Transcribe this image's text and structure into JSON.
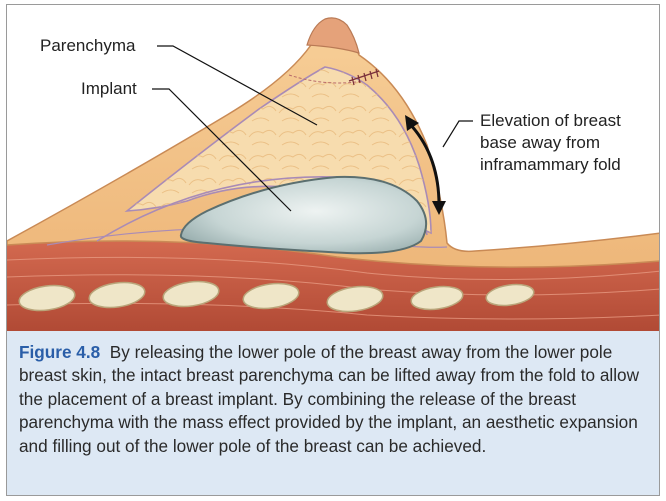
{
  "labels": {
    "parenchyma": "Parenchyma",
    "implant": "Implant",
    "elevation_line1": "Elevation of breast",
    "elevation_line2": "base away from",
    "elevation_line3": "inframammary fold"
  },
  "caption": {
    "figure_label": "Figure 4.8",
    "text": "By releasing the lower pole of the breast away from the lower pole breast skin, the intact breast parenchyma can be lifted away from the fold to allow the placement of a breast implant. By combining the release of the breast parenchyma with the mass effect provided by the implant, an aesthetic expansion and filling out of the lower pole of the breast can be achieved."
  },
  "colors": {
    "skin": "#f3c58d",
    "parenchyma": "#f6d9a6",
    "implant": "#c4d4d3",
    "muscle": "#c75a43",
    "rib": "#efe6c8",
    "caption_bg": "#dde8f4",
    "caption_label": "#2a5ea8"
  }
}
